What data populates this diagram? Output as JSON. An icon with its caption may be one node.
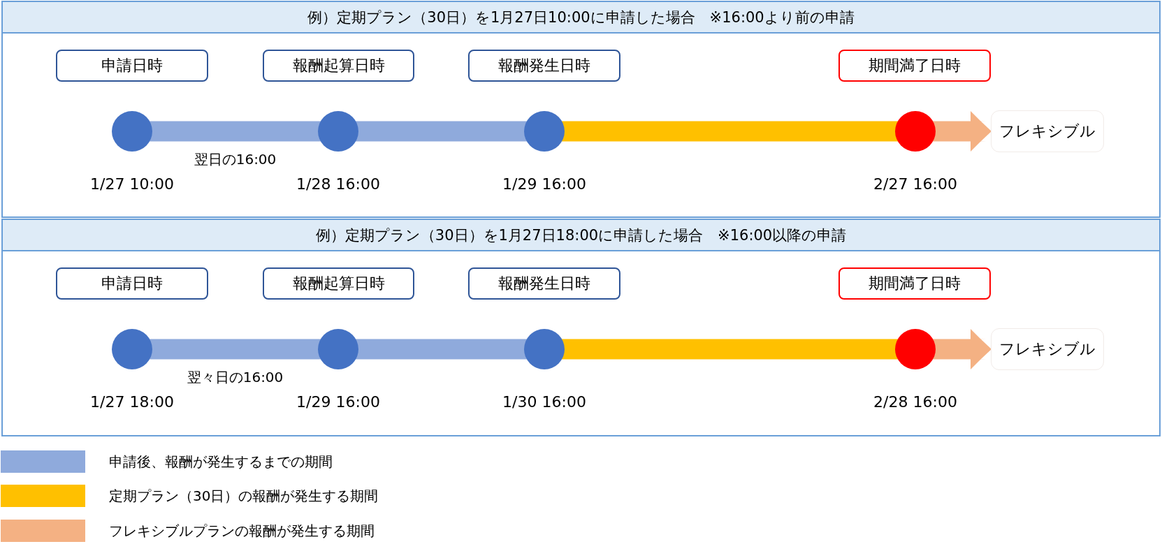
{
  "diagram": {
    "nodes": [
      {
        "text": [
          "例）定期プラン（30日）を1月27日10:00に申請した場合　※16:00より前の申請"
        ]
      },
      {
        "text": [
          "申請日時"
        ],
        "in": 0
      },
      {
        "text": [
          "報酬起算日時"
        ],
        "in": 0
      },
      {
        "text": [
          "報酬発生日時"
        ],
        "in": 0
      },
      {
        "text": [
          "期間満了日時"
        ],
        "in": 0
      },
      {
        "text": [],
        "shape": "circle",
        "beside": [
          "1/27 10:00"
        ],
        "in": 0
      },
      {
        "text": [],
        "shape": "circle",
        "beside": [
          "1/28 16:00"
        ],
        "in": 0
      },
      {
        "text": [],
        "shape": "circle",
        "beside": [
          "1/29 16:00"
        ],
        "in": 0
      },
      {
        "text": [],
        "shape": "circle",
        "beside": [
          "2/27 16:00"
        ],
        "in": 0
      },
      {
        "text": [
          "フレキシブル"
        ],
        "in": 0
      },
      {
        "text": [
          "例）定期プラン（30日）を1月27日18:00に申請した場合　※16:00以降の申請"
        ]
      },
      {
        "text": [
          "申請日時"
        ],
        "in": 10
      },
      {
        "text": [
          "報酬起算日時"
        ],
        "in": 10
      },
      {
        "text": [
          "報酬発生日時"
        ],
        "in": 10
      },
      {
        "text": [
          "期間満了日時"
        ],
        "in": 10
      },
      {
        "text": [],
        "shape": "circle",
        "beside": [
          "1/27 18:00"
        ],
        "in": 10
      },
      {
        "text": [],
        "shape": "circle",
        "beside": [
          "1/29 16:00"
        ],
        "in": 10
      },
      {
        "text": [],
        "shape": "circle",
        "beside": [
          "1/30 16:00"
        ],
        "in": 10
      },
      {
        "text": [],
        "shape": "circle",
        "beside": [
          "2/28 16:00"
        ],
        "in": 10
      },
      {
        "text": [
          "フレキシブル"
        ],
        "in": 10
      }
    ],
    "edges": [
      {
        "from": 5,
        "to": 6,
        "arrow": "none",
        "color": "#8faadc",
        "label": "翌日の16:00"
      },
      {
        "from": 6,
        "to": 7,
        "arrow": "none",
        "color": "#8faadc"
      },
      {
        "from": 7,
        "to": 8,
        "arrow": "none",
        "color": "#ffc000"
      },
      {
        "from": 8,
        "to": 9,
        "arrow": "to",
        "color": "#f4b183"
      },
      {
        "from": 15,
        "to": 16,
        "arrow": "none",
        "color": "#8faadc",
        "label": "翌々日の16:00"
      },
      {
        "from": 16,
        "to": 17,
        "arrow": "none",
        "color": "#8faadc"
      },
      {
        "from": 17,
        "to": 18,
        "arrow": "none",
        "color": "#ffc000"
      },
      {
        "from": 18,
        "to": 19,
        "arrow": "to",
        "color": "#f4b183"
      }
    ],
    "legend": [
      {
        "text": "申請後、報酬が発生するまでの期間",
        "color": "#8faadc"
      },
      {
        "text": "定期プラン（30日）の報酬が発生する期間",
        "color": "#ffc000"
      },
      {
        "text": "フレキシブルプランの報酬が発生する期間",
        "color": "#f4b183"
      }
    ]
  }
}
